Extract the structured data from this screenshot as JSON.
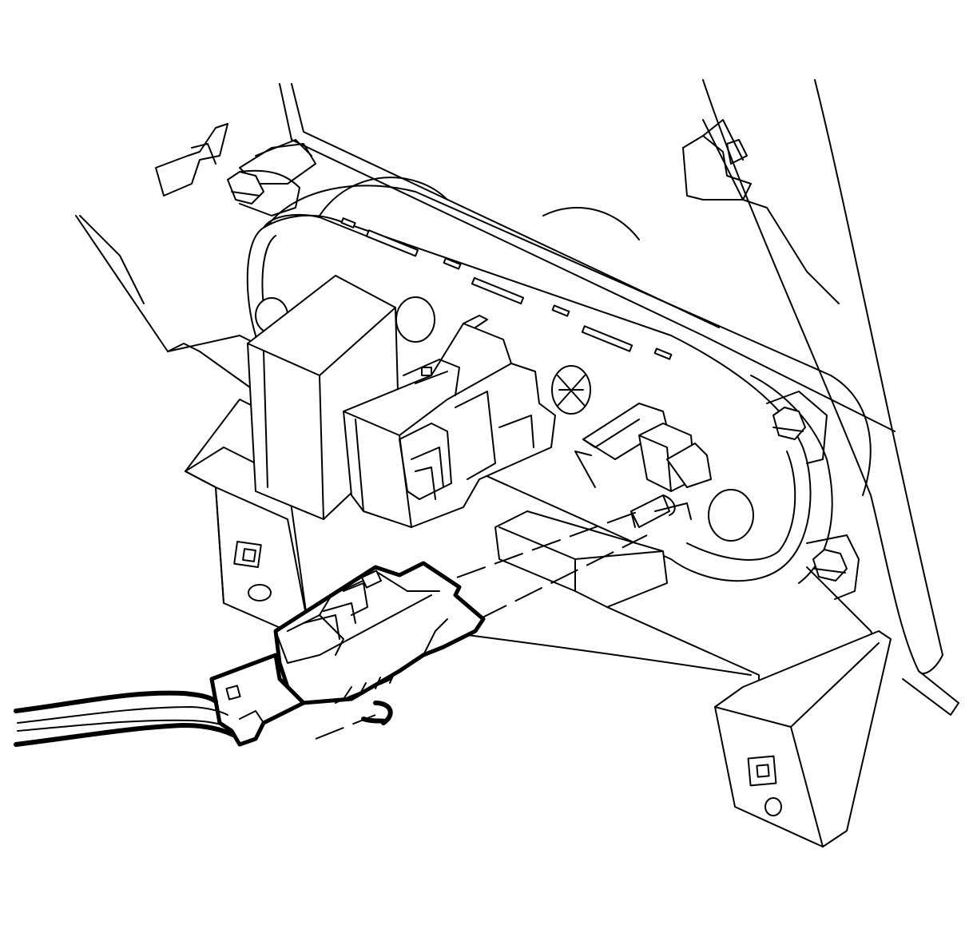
{
  "diagram": {
    "style": "line-art",
    "colors": {
      "ink": "#000000",
      "paper": "#ffffff"
    },
    "parts": [
      "dash-panel",
      "mounting-bracket-left",
      "mounting-bracket-right",
      "control-module",
      "relay-block",
      "module-connector",
      "retaining-clip",
      "mounting-bolt-upper-left",
      "mounting-bolt-right",
      "mounting-bolt-lower-right",
      "wiring-harness-connector",
      "harness-wires"
    ]
  }
}
